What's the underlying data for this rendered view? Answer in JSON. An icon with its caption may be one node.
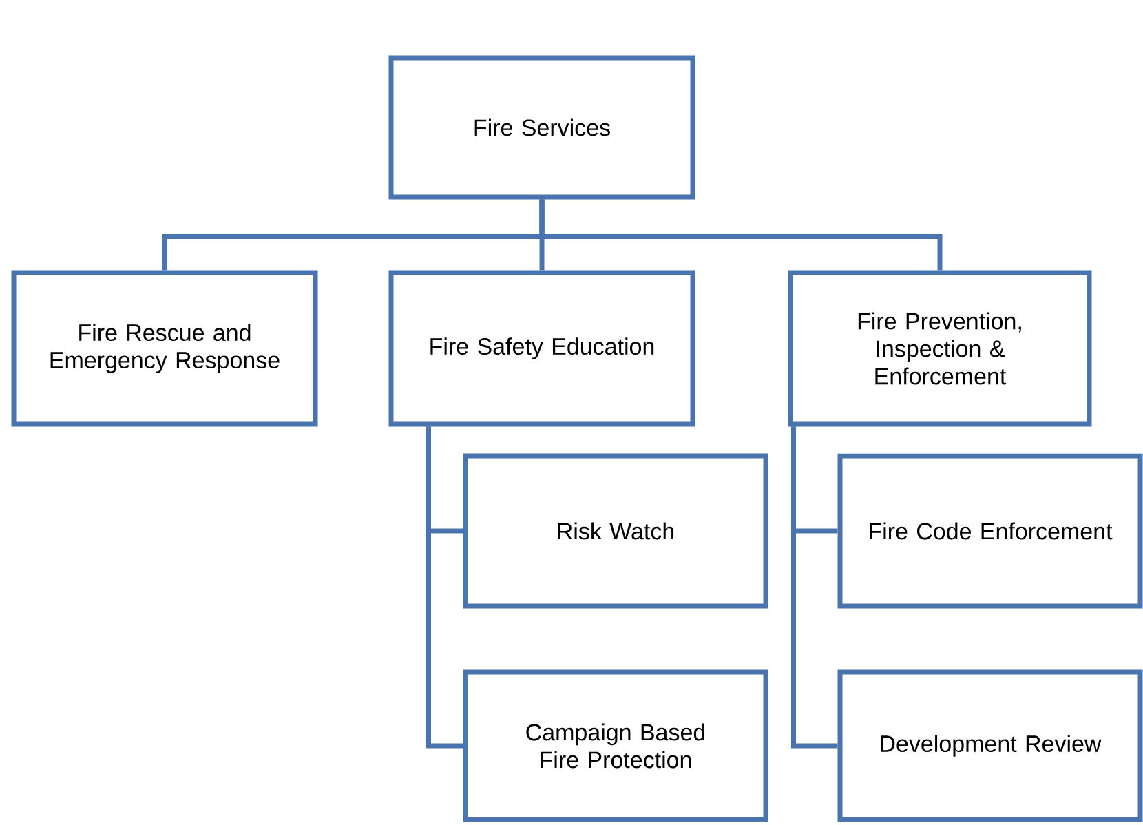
{
  "diagram": {
    "nodes": [
      {
        "text": [
          "Fire Services"
        ]
      },
      {
        "text": [
          "Fire Rescue and Emergency Response"
        ]
      },
      {
        "text": [
          "Fire Safety Education"
        ]
      },
      {
        "text": [
          "Fire Prevention, Inspection & Enforcement"
        ]
      },
      {
        "text": [
          "Risk Watch"
        ]
      },
      {
        "text": [
          "Campaign Based Fire Protection"
        ]
      },
      {
        "text": [
          "Fire Code Enforcement"
        ]
      },
      {
        "text": [
          "Development Review"
        ]
      }
    ],
    "edges": [
      {
        "from": 0,
        "to": 1,
        "arrow": "none"
      },
      {
        "from": 0,
        "to": 2,
        "arrow": "none"
      },
      {
        "from": 0,
        "to": 3,
        "arrow": "none"
      },
      {
        "from": 2,
        "to": 4,
        "arrow": "none"
      },
      {
        "from": 2,
        "to": 5,
        "arrow": "none"
      },
      {
        "from": 3,
        "to": 6,
        "arrow": "none"
      },
      {
        "from": 3,
        "to": 7,
        "arrow": "none"
      }
    ]
  }
}
